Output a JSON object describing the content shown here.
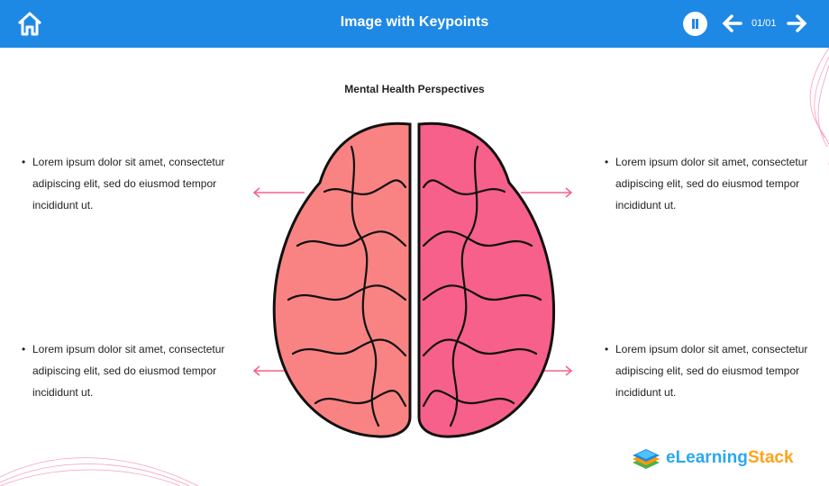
{
  "header": {
    "title": "Image with Keypoints",
    "page_indicator": "01/01"
  },
  "main": {
    "heading": "Mental Health Perspectives",
    "keypoints": [
      {
        "text": "Lorem ipsum dolor sit amet, consectetur adipiscing elit, sed do eiusmod tempor incididunt ut."
      },
      {
        "text": "Lorem ipsum dolor sit amet, consectetur adipiscing elit, sed do eiusmod tempor incididunt ut."
      },
      {
        "text": "Lorem ipsum dolor sit amet, consectetur adipiscing elit, sed do eiusmod tempor incididunt ut."
      },
      {
        "text": "Lorem ipsum dolor sit amet, consectetur adipiscing elit, sed do eiusmod tempor incididunt ut."
      }
    ]
  },
  "logo": {
    "part1": "eLearning",
    "part2": "Stack"
  },
  "colors": {
    "accent": "#1e88e5",
    "arrow": "#f7608a",
    "left_brain": "#f98383",
    "right_brain": "#f7608a"
  }
}
